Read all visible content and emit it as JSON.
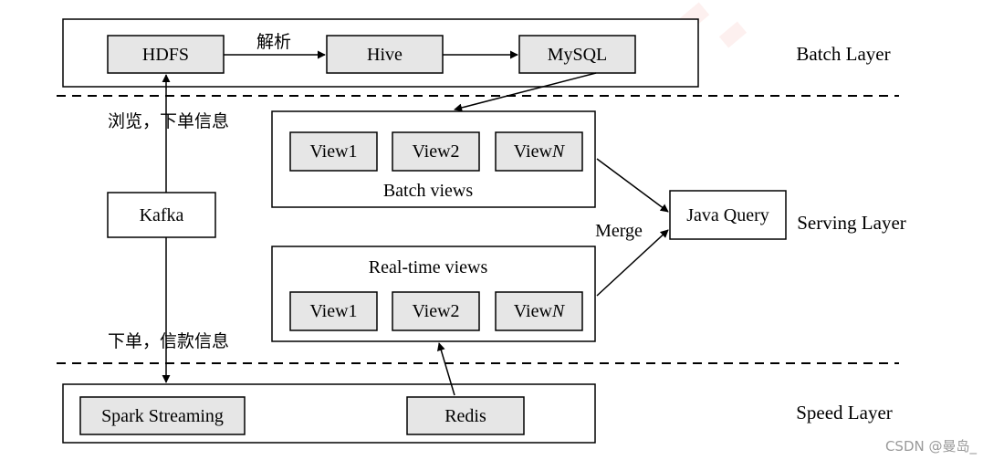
{
  "layers": {
    "batch": "Batch Layer",
    "serving": "Serving Layer",
    "speed": "Speed Layer"
  },
  "batch_layer": {
    "hdfs": "HDFS",
    "parse_label": "解析",
    "hive": "Hive",
    "mysql": "MySQL"
  },
  "edge_labels": {
    "upper": "浏览，下单信息",
    "lower": "下单，信款信息",
    "merge": "Merge"
  },
  "kafka": "Kafka",
  "batch_views": {
    "title": "Batch views",
    "view1": "View1",
    "view2": "View2",
    "viewN_prefix": "View",
    "viewN_suffix": "N"
  },
  "realtime_views": {
    "title": "Real-time views",
    "view1": "View1",
    "view2": "View2",
    "viewN_prefix": "View",
    "viewN_suffix": "N"
  },
  "java_query": "Java Query",
  "speed_layer": {
    "spark": "Spark Streaming",
    "redis": "Redis"
  },
  "watermark": "CSDN @曼岛_",
  "colors": {
    "node_fill": "#e6e6e6",
    "stroke": "#000000"
  }
}
